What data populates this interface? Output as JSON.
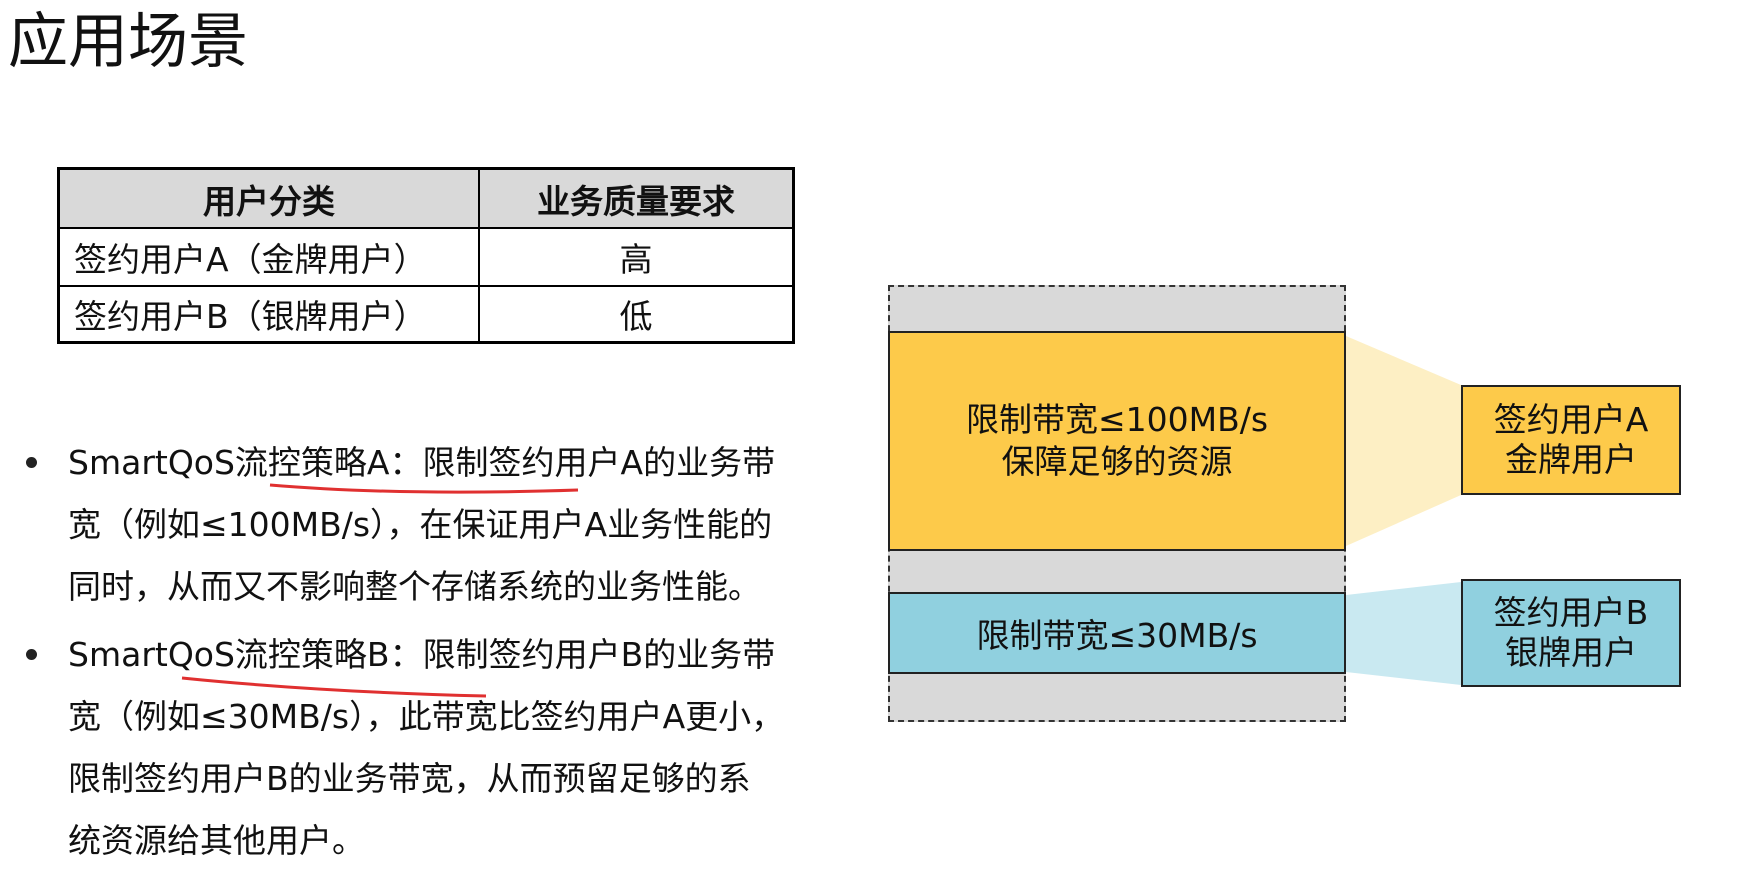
{
  "title": "应用场景",
  "table": {
    "headers": [
      "用户分类",
      "业务质量要求"
    ],
    "rows": [
      [
        "签约用户A（金牌用户）",
        "高"
      ],
      [
        "签约用户B（银牌用户）",
        "低"
      ]
    ]
  },
  "bullets": [
    {
      "lines": [
        "SmartQoS流控策略A：限制签约用户A的业务带",
        "宽（例如≤100MB/s），在保证用户A业务性能的",
        "同时，从而又不影响整个存储系统的业务性能。"
      ]
    },
    {
      "lines": [
        "SmartQoS流控策略B：限制签约用户B的业务带",
        "宽（例如≤30MB/s），此带宽比签约用户A更小，",
        "限制签约用户B的业务带宽，从而预留足够的系",
        "统资源给其他用户。"
      ]
    }
  ],
  "diagram": {
    "policy_a": [
      "限制带宽≤100MB/s",
      "保障足够的资源"
    ],
    "policy_b": "限制带宽≤30MB/s",
    "user_a": [
      "签约用户A",
      "金牌用户"
    ],
    "user_b": [
      "签约用户B",
      "银牌用户"
    ]
  },
  "colors": {
    "gold": "#fdca4a",
    "gold_light": "#fdefc4",
    "blue": "#90d0df",
    "blue_light": "#c9e9f1",
    "gray": "#d9d9d9",
    "underline": "#e03030"
  }
}
